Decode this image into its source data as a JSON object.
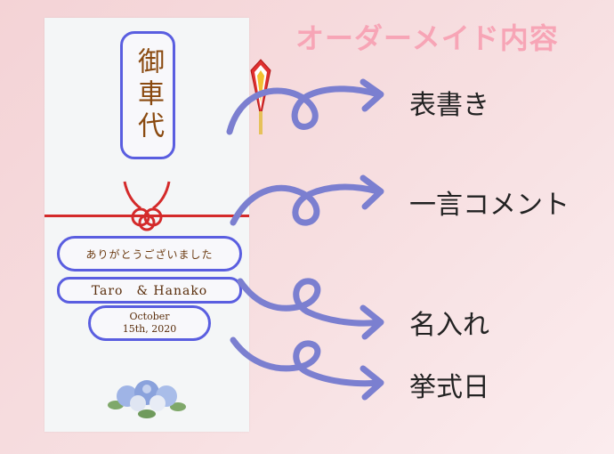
{
  "heading": "オーダーメイド内容",
  "envelope": {
    "title": "御車代",
    "message": "ありがとうございました",
    "names": "Taro　& Hanako",
    "date_line1": "October",
    "date_line2": "15th, 2020"
  },
  "labels": [
    "表書き",
    "一言コメント",
    "名入れ",
    "挙式日"
  ],
  "colors": {
    "frame": "#5a5ee0",
    "mizuhiki": "#d42a2a",
    "arrow": "#7b7fd0",
    "heading": "#f7a5b6",
    "text_brown": "#8a4a10"
  },
  "icons": [
    "noshi-ornament-icon",
    "mizuhiki-knot-icon",
    "hydrangea-bouquet-icon",
    "curly-arrow-icon"
  ]
}
